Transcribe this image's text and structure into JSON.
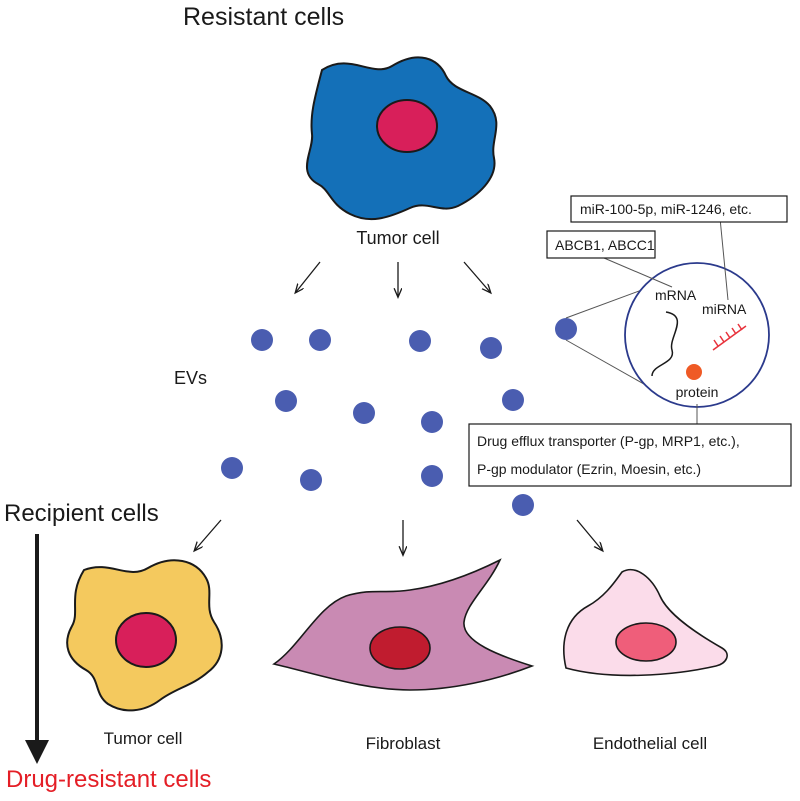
{
  "title": "Resistant cells",
  "source_cell": {
    "label": "Tumor cell"
  },
  "evs_label": "EVs",
  "inset": {
    "mrna_label": "mRNA",
    "mirna_label": "miRNA",
    "protein_label": "protein"
  },
  "callouts": {
    "mirna_examples": "miR-100-5p, miR-1246, etc.",
    "mrna_examples": "ABCB1, ABCC1",
    "protein_line1": "Drug efflux transporter (P-gp, MRP1, etc.),",
    "protein_line2": "P-gp modulator (Ezrin, Moesin, etc.)"
  },
  "recipient_title": "Recipient cells",
  "outcome_label": "Drug-resistant cells",
  "recipients": [
    {
      "label": "Tumor cell"
    },
    {
      "label": "Fibroblast"
    },
    {
      "label": "Endothelial cell"
    }
  ],
  "colors": {
    "resistant_cell_body": "#1470b8",
    "resistant_cell_nucleus": "#d81f5a",
    "ev": "#4a5db0",
    "tumor_recipient_body": "#f4c95e",
    "tumor_recipient_nucleus": "#d81f5a",
    "fibroblast_body": "#c98ab3",
    "fibroblast_nucleus": "#c01c2f",
    "endothelial_body": "#fbdcea",
    "endothelial_nucleus": "#ef5e7a",
    "protein_dot": "#ef5a25",
    "mirna_strand": "#e8323c",
    "outcome_text": "#e41e26",
    "inset_circle": "#2b3a8c"
  }
}
